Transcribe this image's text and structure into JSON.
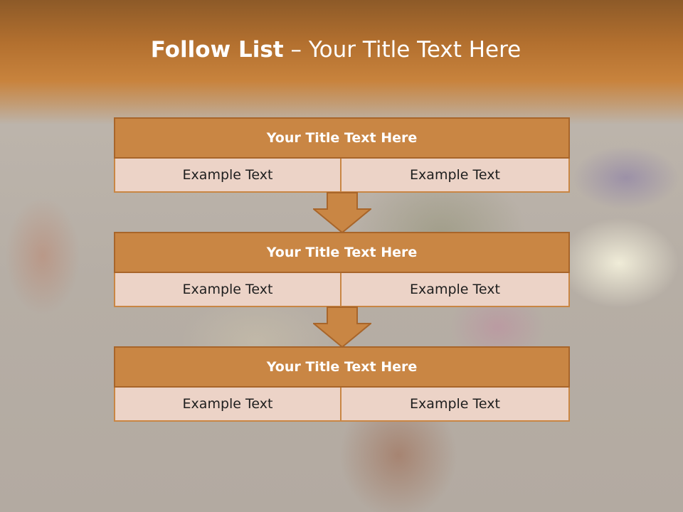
{
  "slide": {
    "title_bold": "Follow List",
    "title_separator": "–",
    "title_rest": "Your Title Text Here"
  },
  "colors": {
    "accent": "#c98644",
    "accent_dark": "#a8652a",
    "cell_fill": "#ecd3c7",
    "band_top": "#8d5a28"
  },
  "blocks": [
    {
      "title": "Your Title Text Here",
      "left_text": "Example Text",
      "right_text": "Example Text"
    },
    {
      "title": "Your Title Text Here",
      "left_text": "Example Text",
      "right_text": "Example Text"
    },
    {
      "title": "Your Title Text Here",
      "left_text": "Example Text",
      "right_text": "Example Text"
    }
  ],
  "connectors": [
    {
      "icon": "down-arrow-icon"
    },
    {
      "icon": "down-arrow-icon"
    }
  ]
}
